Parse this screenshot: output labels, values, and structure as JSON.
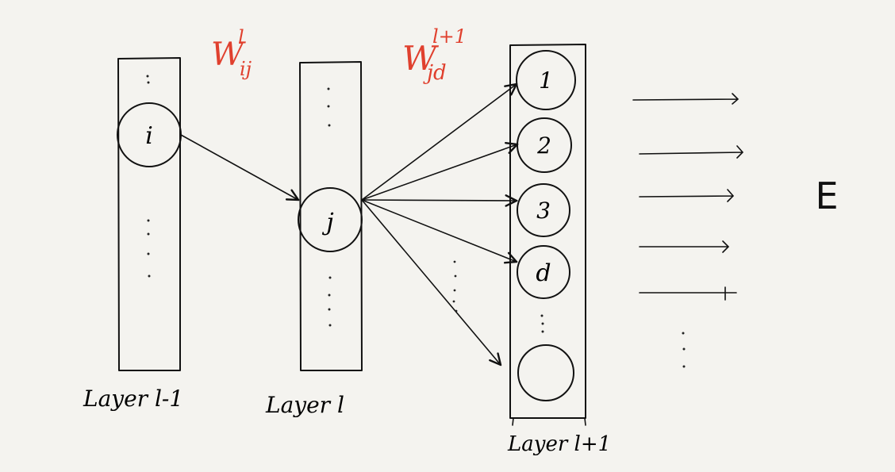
{
  "colors": {
    "background": "#f4f3ef",
    "ink": "#111111",
    "weight_red": "#e0402e"
  },
  "weights": {
    "w_l": {
      "base": "W",
      "sup": "l",
      "sub": "ij"
    },
    "w_l1": {
      "base": "W",
      "sup": "l+1",
      "sub": "jd"
    }
  },
  "layers": [
    {
      "label": "Layer l-1",
      "node": "i"
    },
    {
      "label": "Layer l",
      "node": "j"
    },
    {
      "label": "Layer l+1",
      "nodes": [
        "1",
        "2",
        "3",
        "d",
        ""
      ]
    }
  ],
  "error_label": "E"
}
